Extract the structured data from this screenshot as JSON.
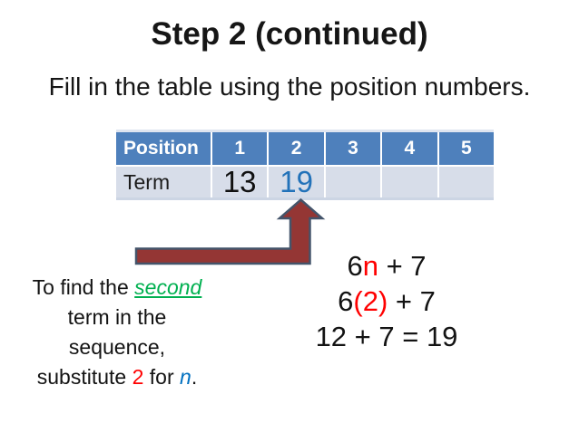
{
  "slide": {
    "title": "Step 2 (continued)",
    "subtitle": "Fill in the table using the position numbers."
  },
  "table": {
    "header": [
      "Position",
      "1",
      "2",
      "3",
      "4",
      "5"
    ],
    "row_label": "Term",
    "terms": [
      "13",
      "19",
      "",
      "",
      ""
    ]
  },
  "equations": {
    "line1": {
      "a": "6",
      "b": "n",
      "c": " + 7"
    },
    "line2": {
      "a": "6",
      "b": "(2)",
      "c": " + 7"
    },
    "line3": "12 + 7 = 19"
  },
  "note": {
    "line1_a": "To find the ",
    "line1_b": "second",
    "line2": "term in the",
    "line3": "sequence,",
    "line4_a": "substitute ",
    "line4_b": "2",
    "line4_c": " for ",
    "line4_d": "n",
    "line4_e": "."
  },
  "icons": {
    "arrow": "bent-up-arrow"
  },
  "colors": {
    "table_header_bg": "#4e80bc",
    "table_row_bg": "#d7dde9",
    "term_19_blue": "#2272b9",
    "highlight_red": "#ff0000",
    "note_green": "#00b050",
    "note_blue": "#0070c0",
    "arrow_fill": "#943634",
    "arrow_stroke": "#44546a"
  }
}
